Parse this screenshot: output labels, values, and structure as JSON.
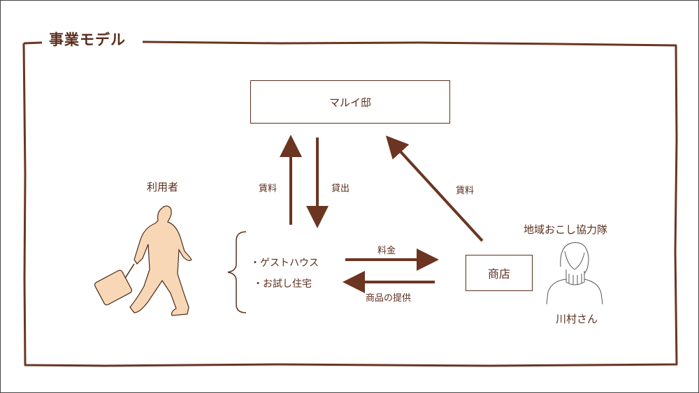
{
  "title": "事業モデル",
  "nodes": {
    "marui": "マルイ邸",
    "shop": "商店",
    "user": "利用者",
    "facility_1": "・ゲストハウス",
    "facility_2": "・お試し住宅",
    "coop_group": "地域おこし協力隊",
    "person": "川村さん"
  },
  "edges": {
    "rent_up": "賃料",
    "lend_down": "貸出",
    "fee": "料金",
    "product": "商品の提供",
    "rent_shop": "賃料"
  },
  "colors": {
    "brown": "#5a2e1e",
    "arrow": "#6b3522",
    "silhouette_fill": "#f7d7b5",
    "frame": "#6b3522"
  }
}
